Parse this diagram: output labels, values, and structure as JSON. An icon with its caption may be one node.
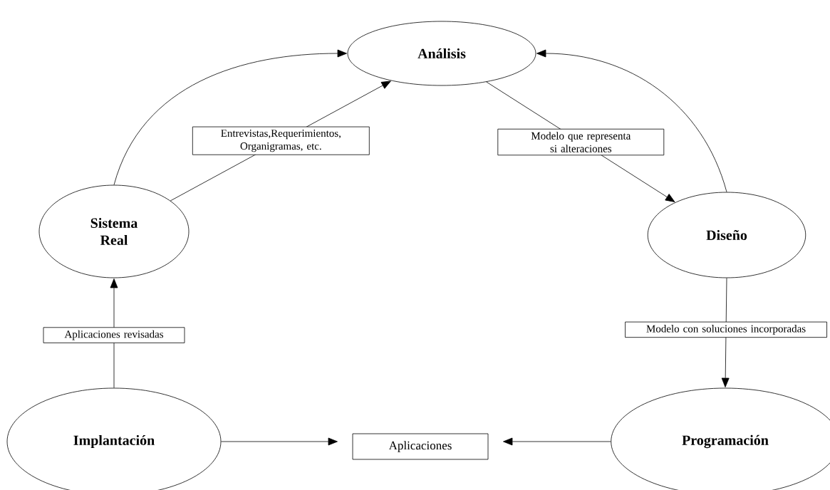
{
  "diagram": {
    "nodes": [
      {
        "text": [
          "Análisis"
        ]
      },
      {
        "text": [
          "Sistema Real"
        ]
      },
      {
        "text": [
          "Diseño"
        ]
      },
      {
        "text": [
          "Implantación"
        ]
      },
      {
        "text": [
          "Aplicaciones"
        ]
      },
      {
        "text": [
          "Programación"
        ]
      }
    ],
    "edges": [
      {
        "from": 1,
        "to": 0,
        "arrow": "to"
      },
      {
        "from": 1,
        "to": 0,
        "arrow": "to",
        "label": "Entrevistas,Requerimientos, Organigramas, etc."
      },
      {
        "from": 0,
        "to": 2,
        "arrow": "to",
        "label": "Modelo que representa si alteraciones"
      },
      {
        "from": 2,
        "to": 0,
        "arrow": "to"
      },
      {
        "from": 2,
        "to": 5,
        "arrow": "to",
        "label": "Modelo con soluciones incorporadas"
      },
      {
        "from": 3,
        "to": 1,
        "arrow": "to",
        "label": "Aplicaciones revisadas"
      },
      {
        "from": 3,
        "to": 4,
        "arrow": "to"
      },
      {
        "from": 5,
        "to": 4,
        "arrow": "to"
      }
    ]
  }
}
